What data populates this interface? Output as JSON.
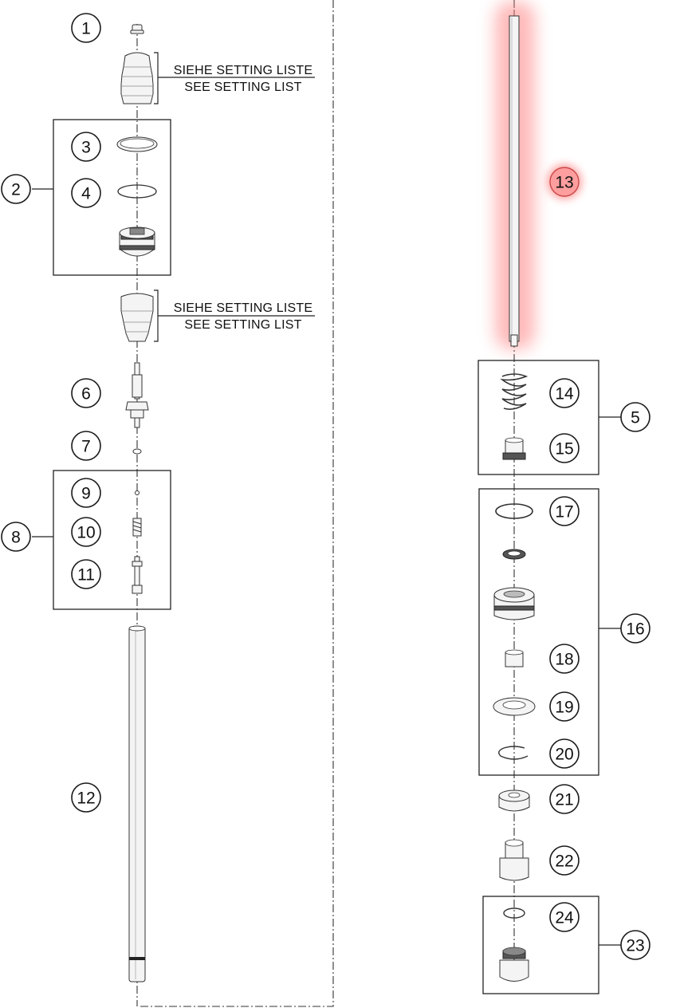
{
  "callouts": {
    "c1": "1",
    "c2": "2",
    "c3": "3",
    "c4": "4",
    "c5": "5",
    "c6": "6",
    "c7": "7",
    "c8": "8",
    "c9": "9",
    "c10": "10",
    "c11": "11",
    "c12": "12",
    "c13": "13",
    "c14": "14",
    "c15": "15",
    "c16": "16",
    "c17": "17",
    "c18": "18",
    "c19": "19",
    "c20": "20",
    "c21": "21",
    "c22": "22",
    "c23": "23",
    "c24": "24"
  },
  "notes": {
    "top_de": "SIEHE SETTING LISTE",
    "top_en": "SEE SETTING LIST",
    "mid_de": "SIEHE SETTING LISTE",
    "mid_en": "SEE SETTING LIST"
  },
  "highlight": {
    "callout": "13",
    "color": "#ff8080"
  }
}
